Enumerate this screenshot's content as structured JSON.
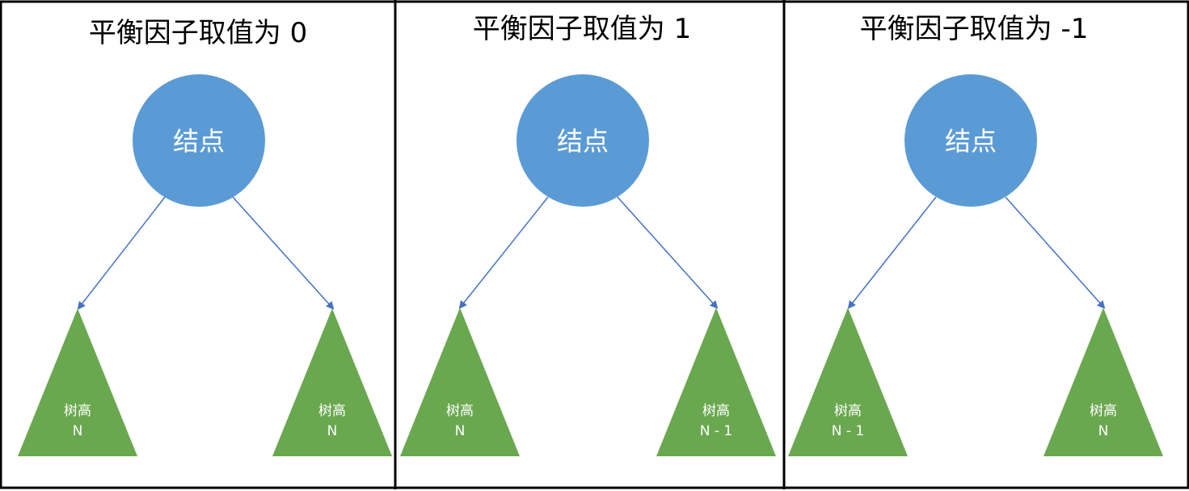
{
  "colors": {
    "node_fill": "#5b9bd5",
    "subtree_fill": "#6aa84f",
    "edge": "#4472c4",
    "border": "#000000"
  },
  "panels": [
    {
      "title": "平衡因子取值为 0",
      "node_label": "结点",
      "left_subtree": {
        "line1": "树高",
        "line2": "N"
      },
      "right_subtree": {
        "line1": "树高",
        "line2": "N"
      }
    },
    {
      "title": "平衡因子取值为 1",
      "node_label": "结点",
      "left_subtree": {
        "line1": "树高",
        "line2": "N"
      },
      "right_subtree": {
        "line1": "树高",
        "line2": "N - 1"
      }
    },
    {
      "title": "平衡因子取值为 -1",
      "node_label": "结点",
      "left_subtree": {
        "line1": "树高",
        "line2": "N - 1"
      },
      "right_subtree": {
        "line1": "树高",
        "line2": "N"
      }
    }
  ]
}
